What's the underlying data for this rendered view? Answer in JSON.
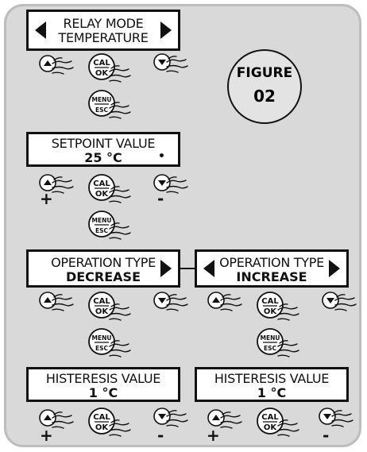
{
  "figure": {
    "title": "FIGURE",
    "number": "02"
  },
  "screens": {
    "relay_mode": {
      "line1": "RELAY MODE",
      "line2": "TEMPERATURE"
    },
    "setpoint": {
      "line1": "SETPOINT VALUE",
      "line2": "25  °C",
      "indicator": "•"
    },
    "op_decrease": {
      "line1": "OPERATION TYPE",
      "line2": "DECREASE"
    },
    "op_increase": {
      "line1": "OPERATION TYPE",
      "line2": "INCREASE"
    },
    "hyst_left": {
      "line1": "HISTERESIS VALUE",
      "line2": "1  °C"
    },
    "hyst_right": {
      "line1": "HISTERESIS VALUE",
      "line2": "1  °C"
    }
  },
  "buttons": {
    "cal_top": "CAL",
    "cal_bottom": "OK",
    "menu_top": "MENU",
    "menu_bottom": "ESC"
  },
  "symbols": {
    "plus": "+",
    "minus": "-"
  },
  "colors": {
    "panel": "#d9d9d9",
    "screen": "#ffffff",
    "ink": "#111111"
  }
}
